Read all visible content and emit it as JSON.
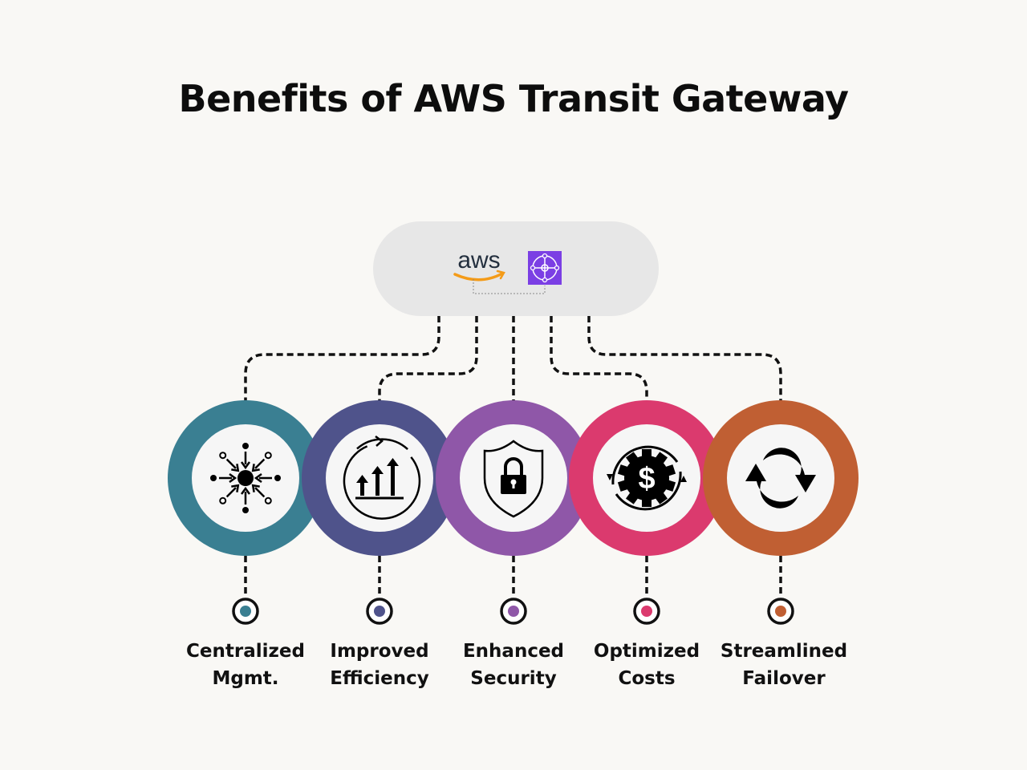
{
  "title": "Benefits of AWS Transit Gateway",
  "hub": {
    "logo_text": "aws",
    "icons": [
      "aws-logo",
      "transit-gateway-icon"
    ],
    "colors": {
      "aws_text": "#232f3e",
      "aws_smile": "#f49b18",
      "tgw_bg": "#7b3fe4"
    }
  },
  "benefits": [
    {
      "line1": "Centralized",
      "line2": "Mgmt.",
      "icon": "centralize-arrows-icon",
      "color": "#3a7f92"
    },
    {
      "line1": "Improved",
      "line2": "Efficiency",
      "icon": "growth-chart-icon",
      "color": "#4f538b"
    },
    {
      "line1": "Enhanced",
      "line2": "Security",
      "icon": "shield-lock-icon",
      "color": "#8f57a8"
    },
    {
      "line1": "Optimized",
      "line2": "Costs",
      "icon": "gear-dollar-icon",
      "color": "#db3a6e"
    },
    {
      "line1": "Streamlined",
      "line2": "Failover",
      "icon": "refresh-arrows-icon",
      "color": "#c05f33"
    }
  ]
}
